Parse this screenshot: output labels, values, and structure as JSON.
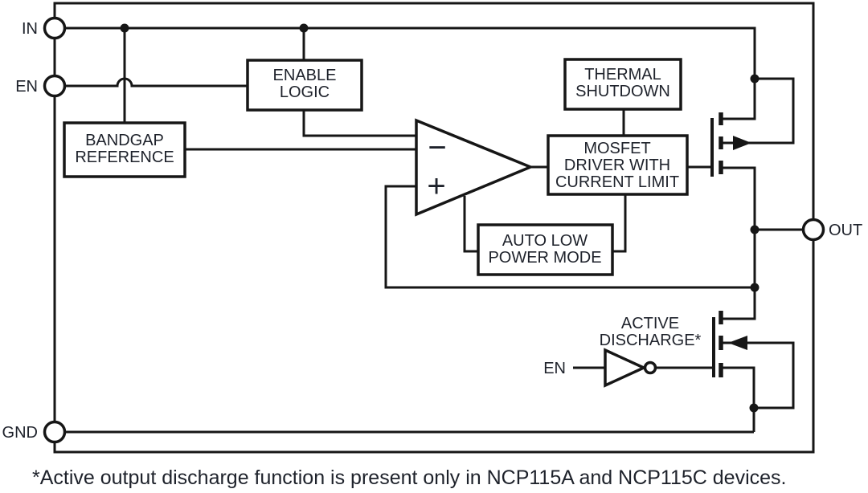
{
  "figure": {
    "colors": {
      "background": "#ffffff",
      "line": "#161616",
      "text": "#1e222b"
    },
    "pins": {
      "in": "IN",
      "en": "EN",
      "gnd": "GND",
      "out": "OUT"
    },
    "blocks": {
      "enable_logic": {
        "line1": "ENABLE",
        "line2": "LOGIC"
      },
      "bandgap_reference": {
        "line1": "BANDGAP",
        "line2": "REFERENCE"
      },
      "thermal_shutdown": {
        "line1": "THERMAL",
        "line2": "SHUTDOWN"
      },
      "mosfet_driver": {
        "line1": "MOSFET",
        "line2": "DRIVER WITH",
        "line3": "CURRENT LIMIT"
      },
      "auto_low_power": {
        "line1": "AUTO LOW",
        "line2": "POWER MODE"
      }
    },
    "error_amp": {
      "minus": "−",
      "plus": "+"
    },
    "active_discharge": {
      "label_line1": "ACTIVE",
      "label_line2": "DISCHARGE*",
      "en_label": "EN"
    },
    "footnote": "*Active output discharge function is present only in NCP115A and NCP115C devices."
  }
}
